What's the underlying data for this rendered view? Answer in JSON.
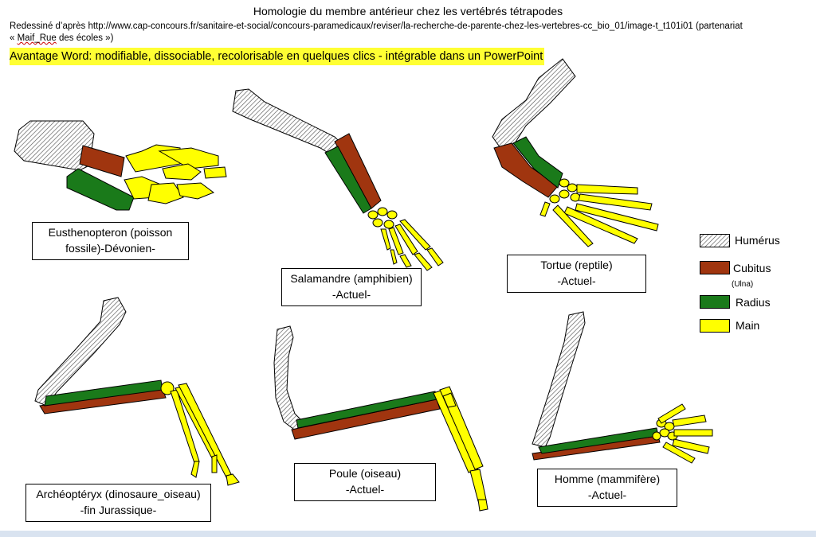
{
  "title": "Homologie du membre antérieur chez les vertébrés tétrapodes",
  "credit": {
    "line1": "Redessiné d’après http://www.cap-concours.fr/sanitaire-et-social/concours-paramedicaux/reviser/la-recherche-de-parente-chez-les-vertebres-cc_bio_01/image-t_t101i01 (partenariat",
    "line2_pre": "« ",
    "line2_u": "Maif_Rue",
    "line2_post": " des écoles »)"
  },
  "note": "Avantage Word: modifiable, dissociable, recolorisable en quelques clics - intégrable dans un PowerPoint",
  "colors": {
    "cubitus": "#a0350f",
    "radius": "#1a7a1a",
    "main": "#ffff00",
    "hatch": "#555555"
  },
  "legend": {
    "humerus": "Humérus",
    "cubitus": "Cubitus",
    "cubitus_sub": "(Ulna)",
    "radius": "Radius",
    "main": "Main"
  },
  "specimens": {
    "eusthenopteron": {
      "line1": "Eusthenopteron (poisson",
      "line2": "fossile)-Dévonien-"
    },
    "salamandre": {
      "line1": "Salamandre (amphibien)",
      "line2": "-Actuel-"
    },
    "tortue": {
      "line1": "Tortue (reptile)",
      "line2": "-Actuel-"
    },
    "archeopteryx": {
      "line1": "Archéoptéryx (dinosaure_oiseau)",
      "line2": "-fin Jurassique-"
    },
    "poule": {
      "line1": "Poule (oiseau)",
      "line2": "-Actuel-"
    },
    "homme": {
      "line1": "Homme (mammifère)",
      "line2": "-Actuel-"
    }
  }
}
